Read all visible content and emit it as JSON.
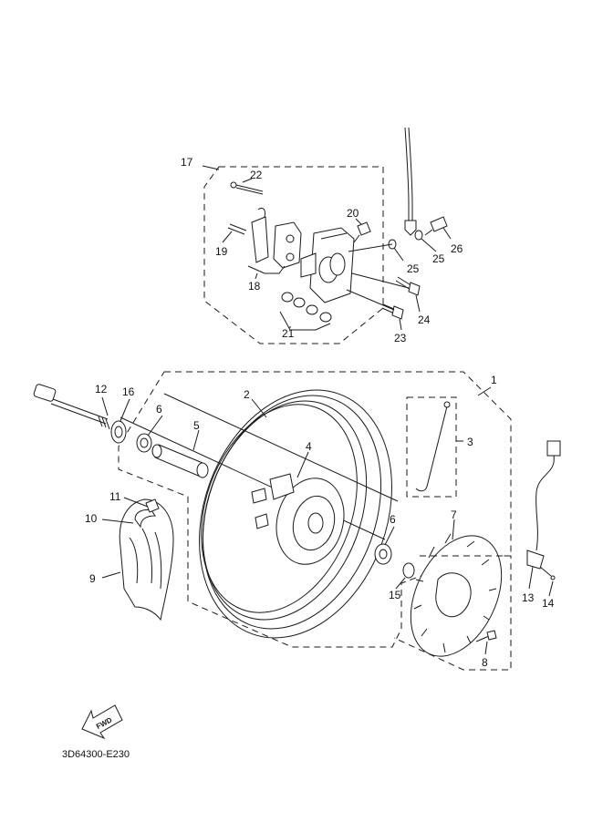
{
  "callouts": {
    "c1": "1",
    "c2": "2",
    "c3": "3",
    "c4": "4",
    "c5": "5",
    "c6a": "6",
    "c6b": "6",
    "c7": "7",
    "c8": "8",
    "c9": "9",
    "c10": "10",
    "c11": "11",
    "c12": "12",
    "c13": "13",
    "c14": "14",
    "c15": "15",
    "c16": "16",
    "c17": "17",
    "c18": "18",
    "c19": "19",
    "c20": "20",
    "c21": "21",
    "c22": "22",
    "c23": "23",
    "c24": "24",
    "c25a": "25",
    "c25b": "25",
    "c26": "26"
  },
  "direction_badge": "FWD",
  "diagram_code": "3D64300-E230",
  "colors": {
    "ink": "#1a1a1a",
    "background": "#ffffff"
  }
}
